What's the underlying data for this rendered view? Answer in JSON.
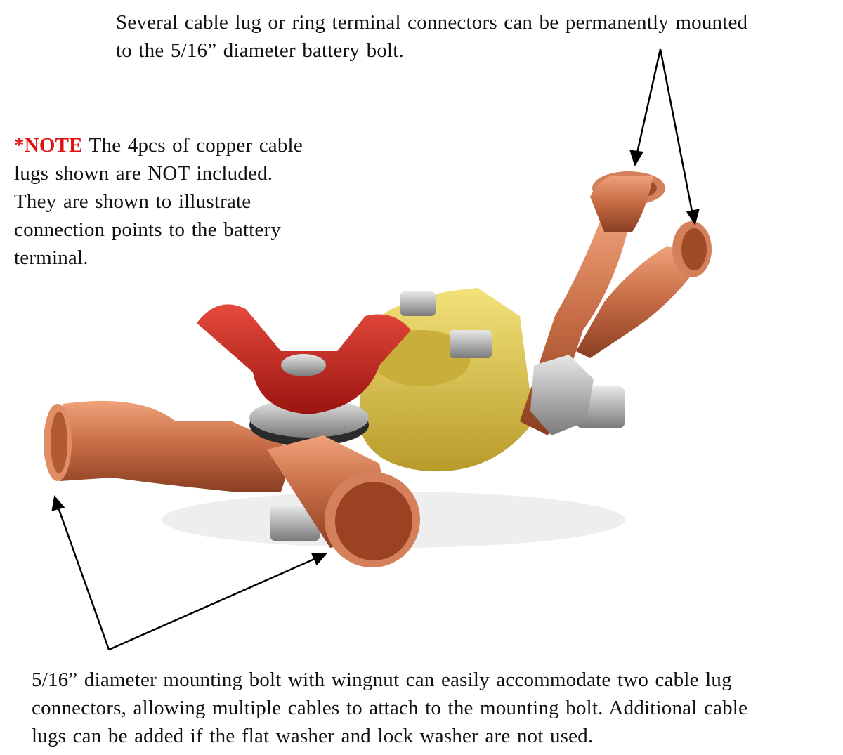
{
  "top_caption": {
    "line1": "Several cable lug or ring terminal connectors can be permanently mounted",
    "line2": "to the 5/16” diameter battery bolt."
  },
  "note": {
    "label": "*NOTE",
    "line1": " The 4pcs of copper cable",
    "line2": "lugs shown are NOT included.",
    "line3": "They are shown to illustrate",
    "line4": "connection points to the battery",
    "line5": "terminal."
  },
  "bottom_caption": {
    "line1": "5/16” diameter mounting bolt with wingnut can easily accommodate two cable lug",
    "line2": "connectors, allowing multiple cables to attach to the mounting bolt. Additional cable",
    "line3": "lugs can be added if the flat washer and lock washer are not used."
  },
  "colors": {
    "note_label": "#e01010",
    "copper": "#c8704a",
    "brass": "#d9c24a",
    "wingnut": "#c4211c",
    "steel": "#a8a8a8"
  }
}
